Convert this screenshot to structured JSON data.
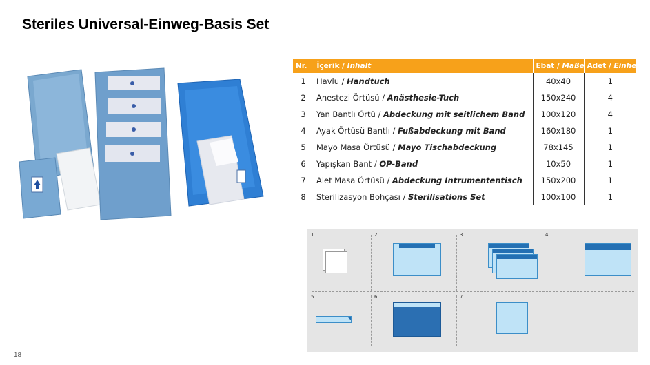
{
  "slide": {
    "title": "Steriles Universal-Einweg-Basis Set",
    "page_number": "18"
  },
  "table": {
    "headers": {
      "nr": "Nr.",
      "content_tr": "İçerik /",
      "content_de": "Inhalt",
      "size_tr": "Ebat /",
      "size_de": "Maße",
      "qty_tr": "Adet /",
      "qty_de": "Einheit"
    },
    "rows": [
      {
        "nr": "1",
        "tr": "Havlu /",
        "de": "Handtuch",
        "size": "40x40",
        "qty": "1"
      },
      {
        "nr": "2",
        "tr": "Anestezi Örtüsü /",
        "de": "Anästhesie-Tuch",
        "size": "150x240",
        "qty": "4"
      },
      {
        "nr": "3",
        "tr": "Yan Bantlı Örtü /",
        "de": "Abdeckung mit seitlichem Band",
        "size": "100x120",
        "qty": "4"
      },
      {
        "nr": "4",
        "tr": "Ayak Örtüsü Bantlı /",
        "de": "Fußabdeckung mit Band",
        "size": "160x180",
        "qty": "1"
      },
      {
        "nr": "5",
        "tr": "Mayo Masa Örtüsü /",
        "de": "Mayo Tischabdeckung",
        "size": "78x145",
        "qty": "1"
      },
      {
        "nr": "6",
        "tr": "Yapışkan Bant /",
        "de": "OP-Band",
        "size": "10x50",
        "qty": "1"
      },
      {
        "nr": "7",
        "tr": "Alet Masa Örtüsü /",
        "de": "Abdeckung Intrumententisch",
        "size": "150x200",
        "qty": "1"
      },
      {
        "nr": "8",
        "tr": "Sterilizasyon Bohçası /",
        "de": "Sterilisations Set",
        "size": "100x100",
        "qty": "1"
      }
    ]
  },
  "diagram": {
    "labels": [
      "1",
      "2",
      "3",
      "4",
      "5",
      "6",
      "7"
    ]
  },
  "colors": {
    "header_orange": "#f7a11a",
    "drape_blue": "#5b9bd5",
    "drape_light": "#bfe3f7",
    "band_dark": "#2470b3"
  }
}
